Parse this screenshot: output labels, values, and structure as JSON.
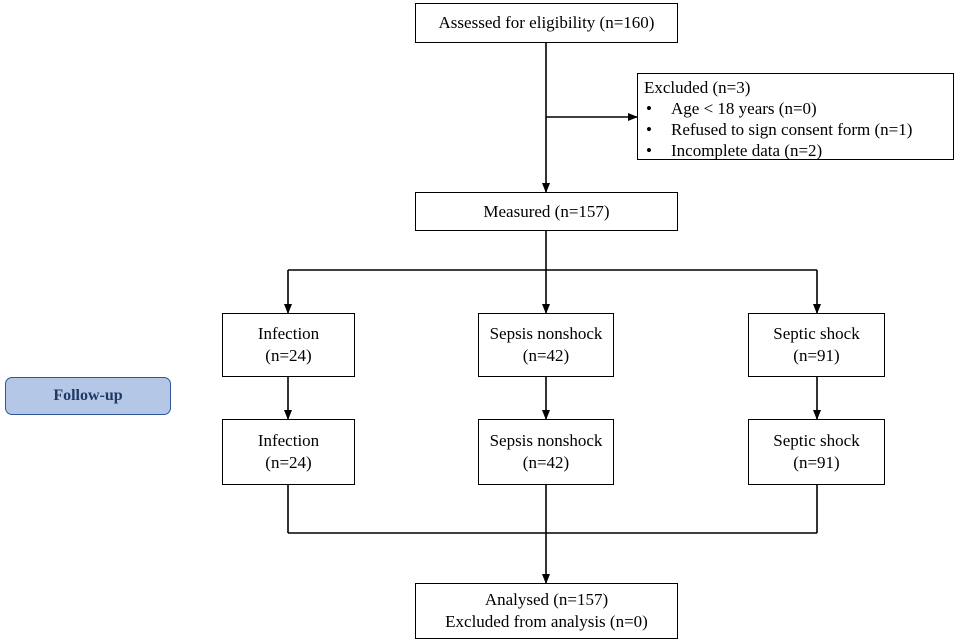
{
  "assessed": "Assessed for eligibility (n=160)",
  "excluded": {
    "title": "Excluded (n=3)",
    "bullet": "•",
    "items": [
      "Age < 18 years (n=0)",
      "Refused to sign consent form (n=1)",
      "Incomplete data (n=2)"
    ]
  },
  "measured": "Measured (n=157)",
  "groups": [
    {
      "name": "Infection",
      "n": "(n=24)"
    },
    {
      "name": "Sepsis nonshock",
      "n": "(n=42)"
    },
    {
      "name": "Septic shock",
      "n": "(n=91)"
    }
  ],
  "followup_label": "Follow-up",
  "analysed": {
    "line1": "Analysed (n=157)",
    "line2": "Excluded from analysis (n=0)"
  },
  "colors": {
    "followup_fill": "#b4c7e7",
    "followup_border": "#2f5597",
    "followup_text": "#1f3864"
  }
}
